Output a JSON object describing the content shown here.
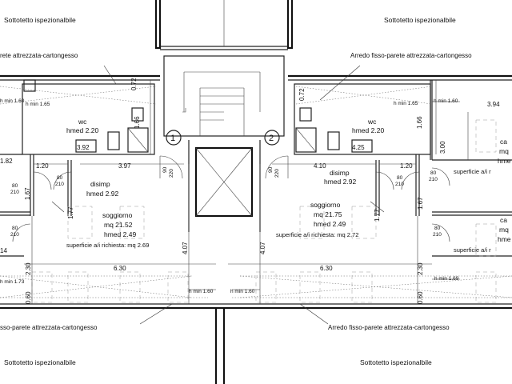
{
  "attic": {
    "top_left": "Sottotetto ispezionalbile",
    "top_right": "Sottotetto ispezionalbile",
    "bottom_left": "Sottotetto ispezionalbile",
    "bottom_right": "Sottotetto ispezionalbile"
  },
  "furnishing": {
    "top_left": "rete attrezzata-cartongesso",
    "top_right": "Arredo fisso-parete attrezzata-cartongesso",
    "bottom_left": "sso-parete attrezzata-cartongesso",
    "bottom_right": "Arredo fisso-parete attrezzata-cartongesso"
  },
  "units": {
    "unit1_marker": "1",
    "unit2_marker": "2"
  },
  "rooms": {
    "wc_left": {
      "name": "wc",
      "hmed": "hmed 2.20"
    },
    "wc_right": {
      "name": "wc",
      "hmed": "hmed 2.20"
    },
    "disimp_left": {
      "name": "disimp",
      "hmed": "hmed 2.92"
    },
    "disimp_right": {
      "name": "disimp",
      "hmed": "hmed 2.92"
    },
    "soggiorno_left": {
      "name": "soggiorno",
      "mq": "mq 21.52",
      "hmed": "hmed 2.49",
      "sup": "superficie a/i richiesta: mq 2.69"
    },
    "soggiorno_right": {
      "name": "soggiorno",
      "mq": "mq 21.75",
      "hmed": "hmed 2.49",
      "sup": "superficie a/i richiesta: mq 2.72"
    },
    "right_edge_1": {
      "l1": "ca",
      "l2": "mq",
      "l3": "hme",
      "l4": "superficie a/i r"
    },
    "right_edge_2": {
      "l1": "ca",
      "l2": "mq",
      "l3": "hme",
      "l4": "superficie a/i r"
    }
  },
  "hmin": {
    "h1": "h min 1.60",
    "h2": "h min 1.65",
    "h3": "h min 1.65",
    "h4": "h min 1.60",
    "h5": "h min 1.60",
    "h6": "h min 1.60",
    "h7": "h min 1.69",
    "h8": "h min 1.73"
  },
  "dims": {
    "d_0_72a": "0.72",
    "d_0_72b": "0.72",
    "d_1_66a": "1.66",
    "d_1_66b": "1.66",
    "d_3_92": "3.92",
    "d_4_25": "4.25",
    "d_3_94": "3.94",
    "d_1_20a": "1.20",
    "d_1_20b": "1.20",
    "d_3_97": "3.97",
    "d_4_10": "4.10",
    "d_1_67a": "1.67",
    "d_1_67b": "1.67",
    "d_1_77a": "1.77",
    "d_1_77b": "1.77",
    "d_1_82": "1.82",
    "d_3_00": "3.00",
    "d_4_07a": "4.07",
    "d_4_07b": "4.07",
    "d_2_30a": "2.30",
    "d_2_30b": "2.30",
    "d_6_30a": "6.30",
    "d_6_30b": "6.30",
    "d_0_60a": "0.60",
    "d_0_60b": "0.60",
    "d_14": "14"
  },
  "doors": {
    "n90a": "90",
    "n220a": "220",
    "n90b": "90",
    "n220b": "220",
    "n80a": "80",
    "n210a": "210",
    "n80b": "80",
    "n210b": "210",
    "n80c": "80",
    "n210c": "210",
    "n80d": "80",
    "n210d": "210",
    "n80e": "80",
    "n210e": "210",
    "n80f": "80",
    "n210f": "210"
  }
}
